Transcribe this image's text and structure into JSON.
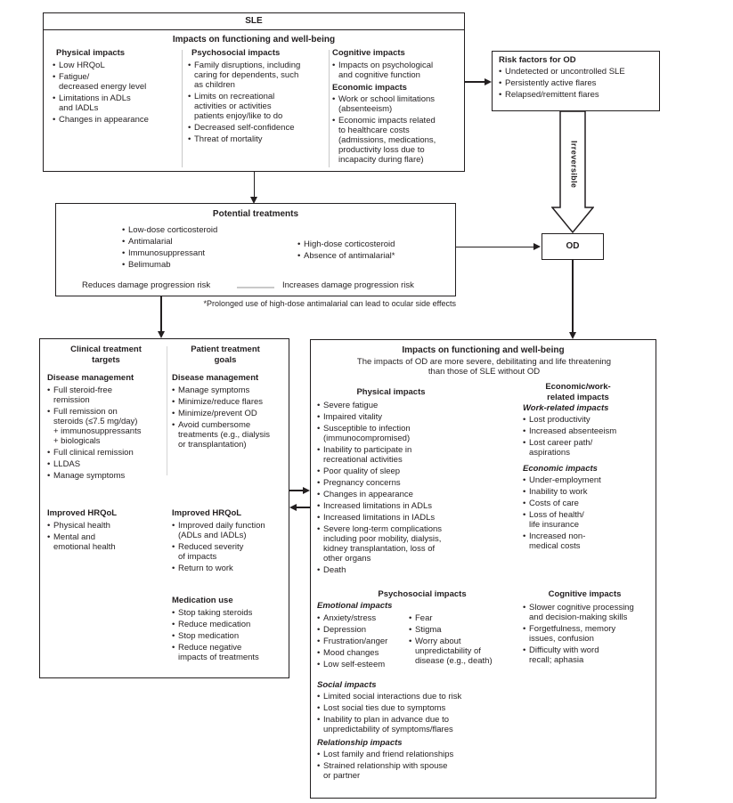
{
  "colors": {
    "ink": "#231f20",
    "divider": "#c9c9c9"
  },
  "sle": {
    "title": "SLE"
  },
  "sle_impacts": {
    "title": "Impacts on functioning and well-being",
    "physical": {
      "heading": "Physical impacts",
      "items": [
        "Low HRQoL",
        "Fatigue/\ndecreased energy level",
        "Limitations in ADLs\nand IADLs",
        "Changes in appearance"
      ]
    },
    "psychosocial": {
      "heading": "Psychosocial impacts",
      "items": [
        "Family disruptions, including\ncaring for dependents, such\nas children",
        "Limits on recreational\nactivities or activities\npatients enjoy/like to do",
        "Decreased self-confidence",
        "Threat of mortality"
      ]
    },
    "cognitive": {
      "heading": "Cognitive impacts",
      "items": [
        "Impacts on psychological\nand cognitive function"
      ]
    },
    "economic": {
      "heading": "Economic impacts",
      "items": [
        "Work or school limitations\n(absenteeism)",
        "Economic impacts related\nto healthcare costs\n(admissions, medications,\nproductivity loss due to\nincapacity during flare)"
      ]
    }
  },
  "risk_factors": {
    "heading": "Risk factors for OD",
    "items": [
      "Undetected or uncontrolled SLE",
      "Persistently active flares",
      "Relapsed/remittent flares"
    ]
  },
  "irreversible_label": "Irreversible",
  "od": {
    "title": "OD"
  },
  "treatments": {
    "title": "Potential treatments",
    "reduces_items": [
      "Low-dose corticosteroid",
      "Antimalarial",
      "Immunosuppressant",
      "Belimumab"
    ],
    "increases_items": [
      "High-dose corticosteroid",
      "Absence of antimalarial*"
    ],
    "reduces_caption": "Reduces damage progression risk",
    "increases_caption": "Increases damage progression risk",
    "footnote": "*Prolonged use of high-dose antimalarial can lead to ocular side effects"
  },
  "targets_goals": {
    "clinical": {
      "heading": "Clinical treatment\ntargets",
      "disease": {
        "heading": "Disease management",
        "items": [
          "Full steroid-free\nremission",
          "Full remission on\nsteroids (≤7.5 mg/day)\n+ immunosuppressants\n+ biologicals",
          "Full clinical remission",
          "LLDAS",
          "Manage symptoms"
        ]
      },
      "hrqol": {
        "heading": "Improved HRQoL",
        "items": [
          "Physical health",
          "Mental and\nemotional health"
        ]
      }
    },
    "patient": {
      "heading": "Patient treatment\ngoals",
      "disease": {
        "heading": "Disease management",
        "items": [
          "Manage symptoms",
          "Minimize/reduce flares",
          "Minimize/prevent OD",
          "Avoid cumbersome\ntreatments (e.g., dialysis\nor transplantation)"
        ]
      },
      "hrqol": {
        "heading": "Improved HRQoL",
        "items": [
          "Improved daily function\n(ADLs and IADLs)",
          "Reduced severity\nof impacts",
          "Return to work"
        ]
      },
      "medication": {
        "heading": "Medication use",
        "items": [
          "Stop taking steroids",
          "Reduce medication",
          "Stop medication",
          "Reduce negative\nimpacts of treatments"
        ]
      }
    }
  },
  "od_impacts": {
    "title": "Impacts on functioning and well-being",
    "subtitle": "The impacts of OD are more severe, debilitating and life threatening\nthan those of SLE without OD",
    "physical": {
      "heading": "Physical impacts",
      "items": [
        "Severe fatigue",
        "Impaired vitality",
        "Susceptible to infection\n(immunocompromised)",
        "Inability to participate in\nrecreational activities",
        "Poor quality of sleep",
        "Pregnancy concerns",
        "Changes in appearance",
        "Increased limitations in ADLs",
        "Increased limitations in IADLs",
        "Severe long-term complications\nincluding poor mobility, dialysis,\nkidney transplantation, loss of\nother organs",
        "Death"
      ]
    },
    "economic_work": {
      "heading": "Economic/work-\nrelated impacts",
      "work": {
        "heading": "Work-related impacts",
        "items": [
          "Lost productivity",
          "Increased absenteeism",
          "Lost career path/\naspirations"
        ]
      },
      "economic": {
        "heading": "Economic impacts",
        "items": [
          "Under-employment",
          "Inability to work",
          "Costs of care",
          "Loss of health/\nlife insurance",
          "Increased non-\nmedical costs"
        ]
      }
    },
    "psychosocial": {
      "heading": "Psychosocial impacts",
      "emotional": {
        "heading": "Emotional impacts",
        "col_a": [
          "Anxiety/stress",
          "Depression",
          "Frustration/anger",
          "Mood changes",
          "Low self-esteem"
        ],
        "col_b": [
          "Fear",
          "Stigma",
          "Worry about\nunpredictability of\ndisease (e.g., death)"
        ]
      },
      "social": {
        "heading": "Social impacts",
        "items": [
          "Limited social interactions due to risk",
          "Lost social ties due to symptoms",
          "Inability to plan in advance due to\nunpredictability of symptoms/flares"
        ]
      },
      "relationship": {
        "heading": "Relationship impacts",
        "items": [
          "Lost family and friend relationships",
          "Strained relationship with spouse\nor partner"
        ]
      }
    },
    "cognitive": {
      "heading": "Cognitive impacts",
      "items": [
        "Slower cognitive processing\nand decision-making skills",
        "Forgetfulness, memory\nissues, confusion",
        "Difficulty with word\nrecall; aphasia"
      ]
    }
  }
}
